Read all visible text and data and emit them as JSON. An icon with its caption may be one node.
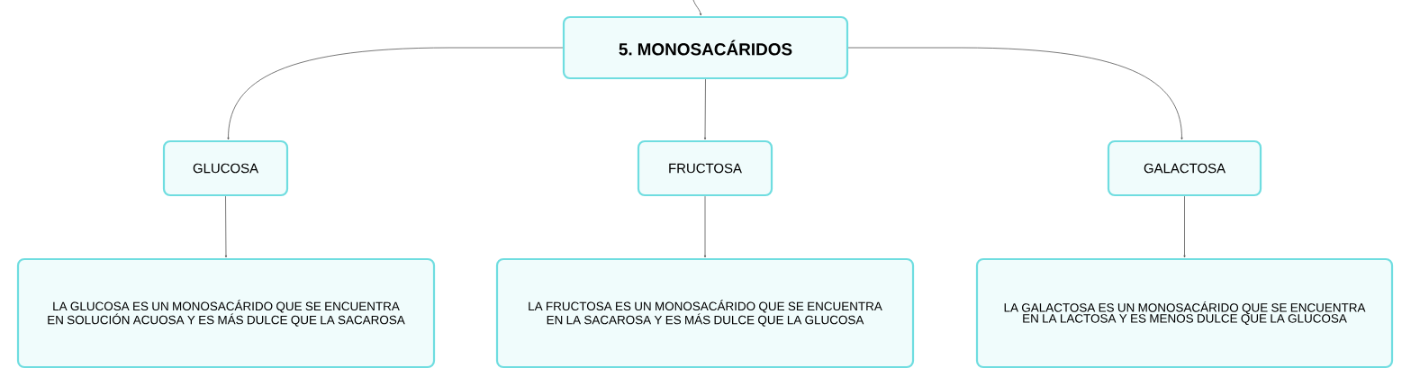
{
  "diagram": {
    "nodes": [
      {
        "text": [
          "5. MONOSACÁRIDOS"
        ]
      },
      {
        "text": [
          "GLUCOSA"
        ]
      },
      {
        "text": [
          "FRUCTOSA"
        ]
      },
      {
        "text": [
          "GALACTOSA"
        ]
      },
      {
        "text": [
          "LA GLUCOSA ES UN MONOSACÁRIDO QUE SE ENCUENTRA EN SOLUCIÓN ACUOSA Y ES MÁS DULCE QUE LA SACAROSA"
        ]
      },
      {
        "text": [
          "LA FRUCTOSA ES UN MONOSACÁRIDO QUE SE ENCUENTRA EN LA SACAROSA Y ES MÁS DULCE QUE LA GLUCOSA"
        ]
      },
      {
        "text": [
          "LA GALACTOSA ES UN MONOSACÁRIDO QUE SE ENCUENTRA EN LA LACTOSA Y ES MENOS DULCE QUE LA GLUCOSA"
        ]
      }
    ],
    "edges": [
      {
        "from": null,
        "to": 0,
        "arrow": "to"
      },
      {
        "from": 0,
        "to": 1,
        "arrow": "to"
      },
      {
        "from": 0,
        "to": 2,
        "arrow": "to"
      },
      {
        "from": 0,
        "to": 3,
        "arrow": "to"
      },
      {
        "from": 1,
        "to": 4,
        "arrow": "to"
      },
      {
        "from": 2,
        "to": 5,
        "arrow": "to"
      },
      {
        "from": 3,
        "to": 6,
        "arrow": "to"
      }
    ]
  }
}
